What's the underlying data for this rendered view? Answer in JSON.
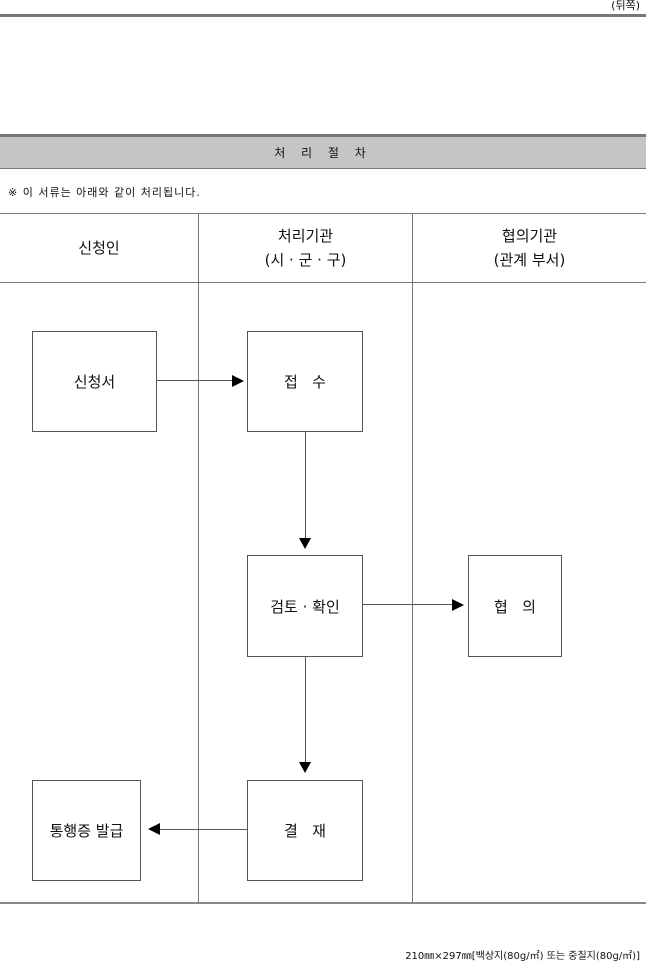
{
  "page_tag": "(뒤쪽)",
  "section_title": "처 리 절 차",
  "note": "※ 이 서류는 아래와 같이 처리됩니다.",
  "columns": {
    "applicant": {
      "line1": "신청인"
    },
    "processing": {
      "line1": "처리기관",
      "line2": "(시 · 군 · 구)"
    },
    "consulting": {
      "line1": "협의기관",
      "line2": "(관계 부서)"
    }
  },
  "steps": {
    "application": "신청서",
    "receipt": "접   수",
    "review": "검토 · 확인",
    "consultation": "협   의",
    "approval": "결   재",
    "issuance": "통행증 발급"
  },
  "footer": "210㎜×297㎜[백상지(80g/㎡) 또는 중질지(80g/㎡)]"
}
